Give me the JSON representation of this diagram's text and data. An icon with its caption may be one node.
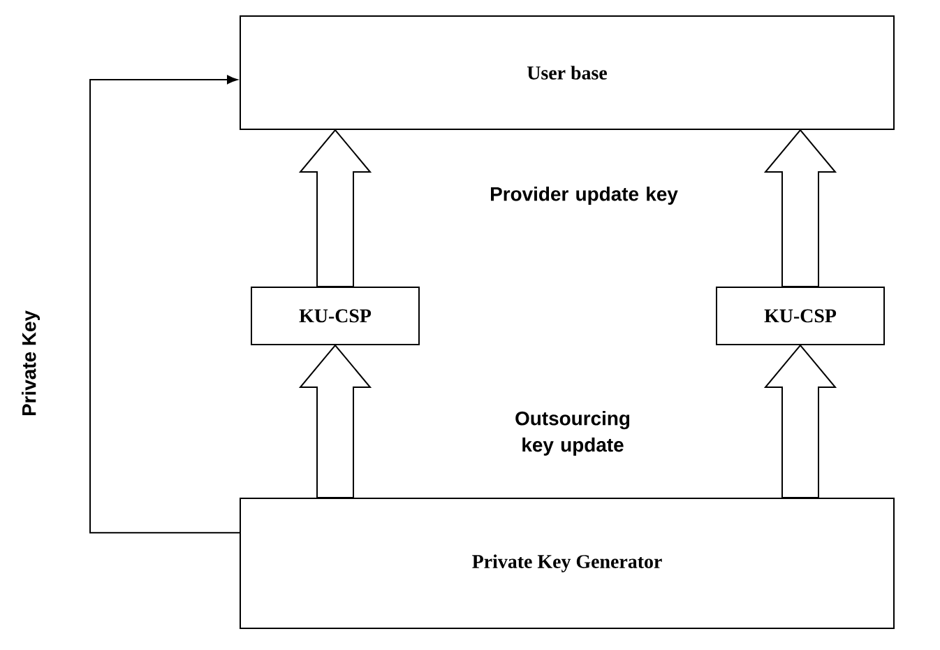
{
  "diagram": {
    "nodes": [
      {
        "text": [
          "User base"
        ]
      },
      {
        "text": [
          "KU-CSP"
        ]
      },
      {
        "text": [
          "KU-CSP"
        ]
      },
      {
        "text": [
          "Private Key Generator"
        ]
      }
    ],
    "edges": [
      {
        "from": 1,
        "to": 0,
        "arrow": "to"
      },
      {
        "from": 2,
        "to": 0,
        "arrow": "to"
      },
      {
        "from": 3,
        "to": 1,
        "arrow": "to"
      },
      {
        "from": 3,
        "to": 2,
        "arrow": "to"
      },
      {
        "from": 3,
        "to": 0,
        "arrow": "to",
        "label": "Private Key"
      }
    ],
    "labels": [
      "Provider update key",
      "Outsourcing key update"
    ]
  }
}
